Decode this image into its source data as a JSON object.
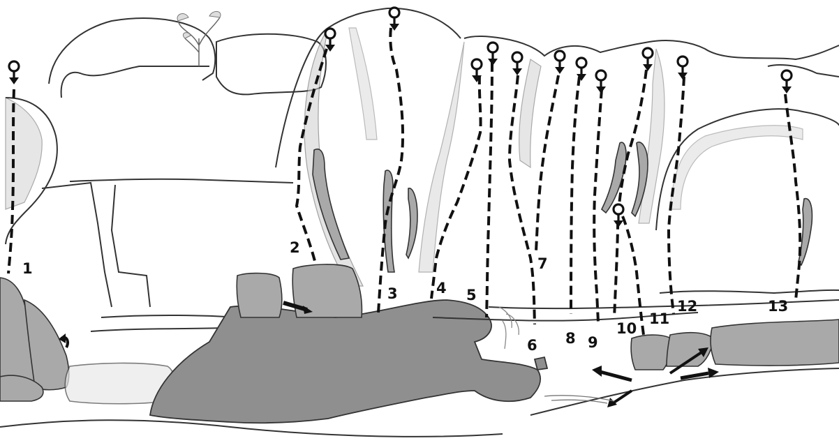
{
  "routes": [
    {
      "number": "1"
    },
    {
      "number": "2"
    },
    {
      "number": "3"
    },
    {
      "number": "4"
    },
    {
      "number": "5"
    },
    {
      "number": "6"
    },
    {
      "number": "7"
    },
    {
      "number": "8"
    },
    {
      "number": "9"
    },
    {
      "number": "10"
    },
    {
      "number": "11"
    },
    {
      "number": "12"
    },
    {
      "number": "13"
    }
  ],
  "icons": {
    "anchor": "lower-off-anchor-icon",
    "approach": "approach-arrow-icon",
    "tree": "tree-icon"
  }
}
